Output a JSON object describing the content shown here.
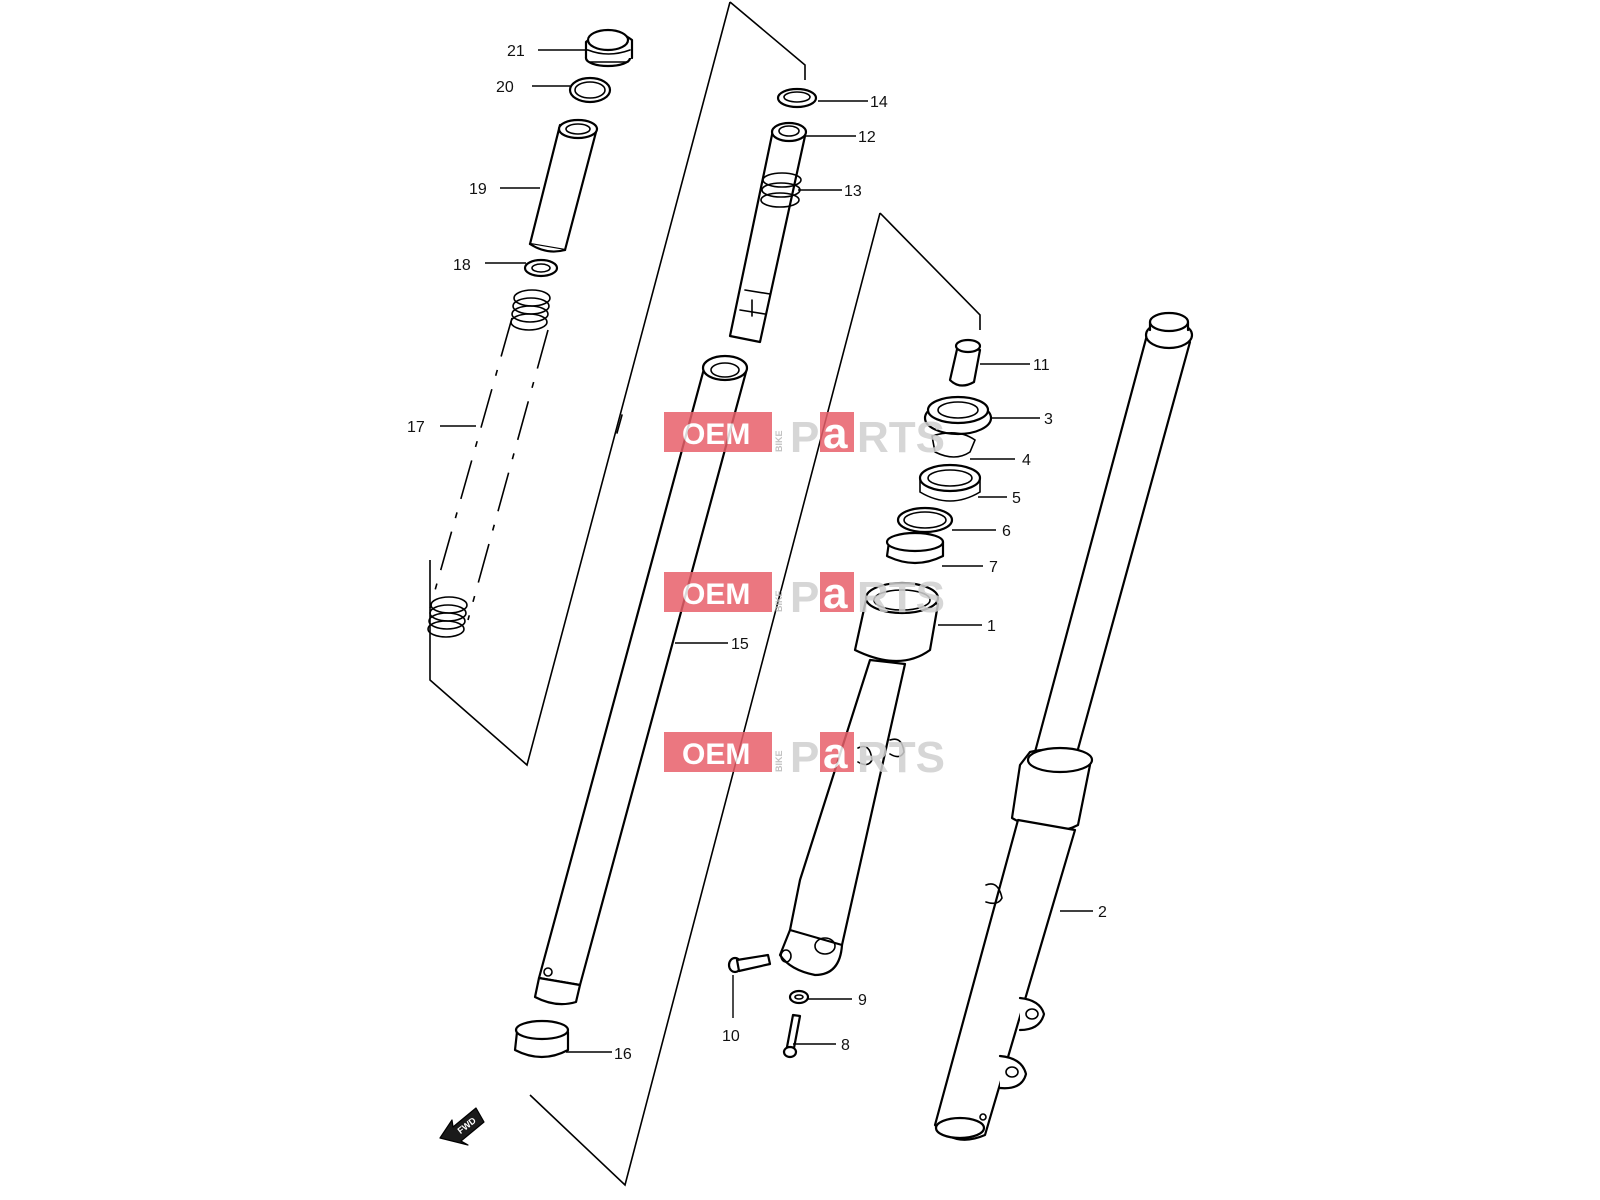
{
  "watermark": {
    "oem": "OEM",
    "bike": "BIKE",
    "p": "P",
    "a": "a",
    "rts": "RTS",
    "oem_bg_color": "#e8606a",
    "a_bg_color": "#e8606a",
    "parts_color": "#d0d0d0"
  },
  "fwd_label": "FWD",
  "callouts": [
    "1",
    "2",
    "3",
    "4",
    "5",
    "6",
    "7",
    "8",
    "9",
    "10",
    "11",
    "12",
    "13",
    "14",
    "15",
    "16",
    "17",
    "18",
    "19",
    "20",
    "21"
  ],
  "icons": {
    "fwd": "fwd-arrow-icon"
  }
}
